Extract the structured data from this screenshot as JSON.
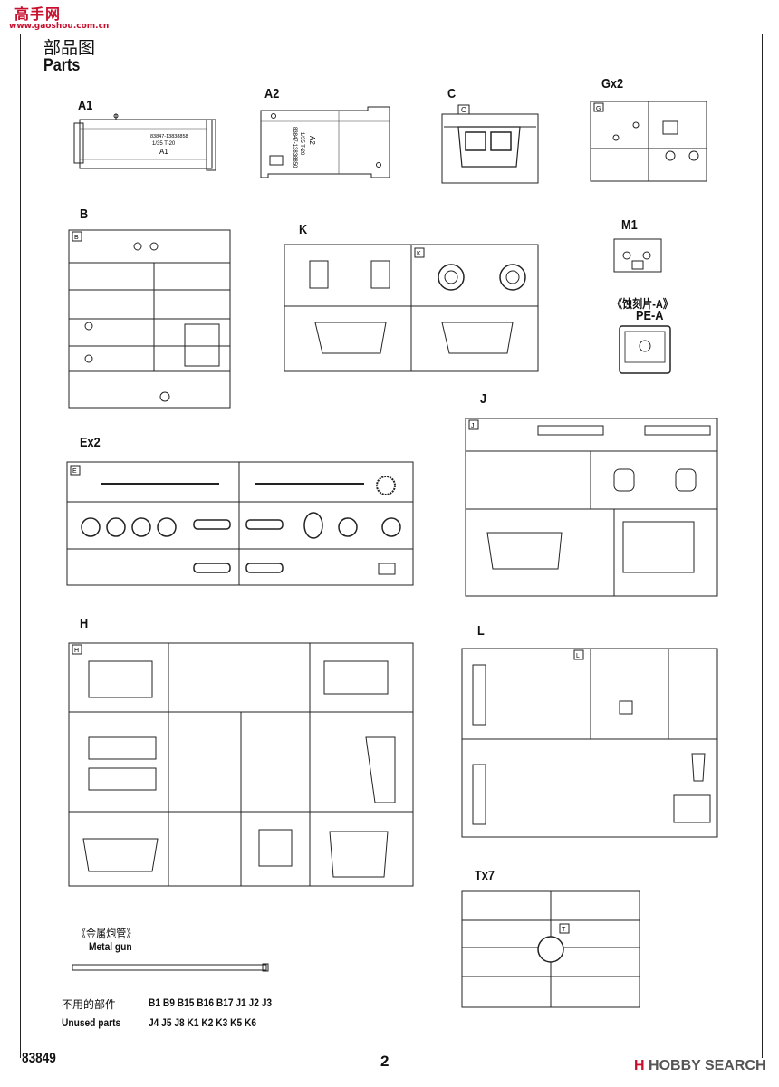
{
  "header": {
    "title_cn": "部品图",
    "title_en": "Parts"
  },
  "watermark_top": {
    "text": "高手网",
    "url": "www.gaoshou.com.cn"
  },
  "parts": {
    "A1": "A1",
    "A1_code": "83847-13838858",
    "A1_scale": "1/35  T-20",
    "A1_mark": "A1",
    "A2": "A2",
    "C": "C",
    "Gx2": "Gx2",
    "B": "B",
    "K": "K",
    "M1": "M1",
    "PE_cn": "《蚀刻片-A》",
    "PE_en": "PE-A",
    "J": "J",
    "Ex2": "Ex2",
    "H": "H",
    "L": "L",
    "Tx7": "Tx7"
  },
  "metal_gun": {
    "cn": "《金属炮管》",
    "en": "Metal gun"
  },
  "unused": {
    "cn": "不用的部件",
    "en": "Unused parts",
    "line1": "B1  B9  B15  B16  B17  J1  J2  J3",
    "line2": "J4  J5  J8  K1  K2  K3  K5  K6"
  },
  "footer": {
    "code": "83849",
    "page": "2",
    "hobby_prefix": "H",
    "hobby_text": "HOBBY SEARCH"
  }
}
